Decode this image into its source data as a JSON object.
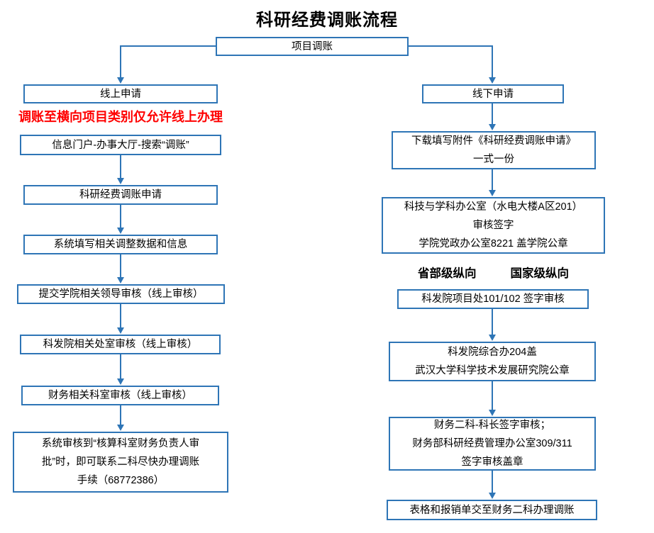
{
  "title": "科研经费调账流程",
  "root": "项目调账",
  "left": {
    "branch": "线上申请",
    "note": "调账至横向项目类别仅允许线上办理",
    "steps": [
      "信息门户-办事大厅-搜索“调账”",
      "科研经费调账申请",
      "系统填写相关调整数据和信息",
      "提交学院相关领导审核（线上审核）",
      "科发院相关处室审核（线上审核）",
      "财务相关科室审核（线上审核）",
      "系统审核到“核算科室财务负责人审\n批”时，即可联系二科尽快办理调账\n手续（68772386）"
    ]
  },
  "right": {
    "branch": "线下申请",
    "label_left": "省部级纵向",
    "label_right": "国家级纵向",
    "steps": [
      "下载填写附件《科研经费调账申请》\n一式一份",
      "科技与学科办公室（水电大楼A区201）\n审核签字\n学院党政办公室8221  盖学院公章",
      "科发院项目处101/102 签字审核",
      "科发院综合办204盖\n武汉大学科学技术发展研究院公章",
      "财务二科-科长签字审核；\n财务部科研经费管理办公室309/311\n签字审核盖章",
      "表格和报销单交至财务二科办理调账"
    ]
  },
  "colors": {
    "line": "#2E75B6",
    "note": "#FF0000"
  }
}
